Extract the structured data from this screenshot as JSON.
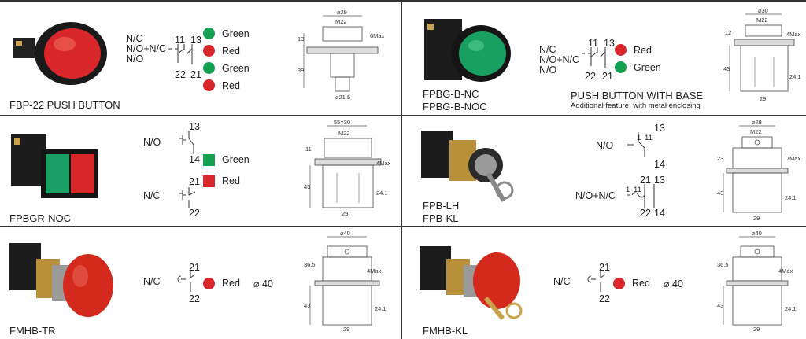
{
  "colors": {
    "red": "#d8262a",
    "green": "#14a050",
    "frame": "#333333"
  },
  "cells": {
    "c1": {
      "title": "FBP-22 PUSH BUTTON",
      "schematic": {
        "nc": "N/C",
        "nonc": "N/O+N/C",
        "no": "N/O",
        "t11": "11",
        "t13": "13",
        "t22": "22",
        "t21": "21"
      },
      "legend": [
        "Green",
        "Red",
        "Green",
        "Red"
      ],
      "dims": {
        "top": "⌀29",
        "thread": "M22",
        "left": "13",
        "right": "6Max",
        "height": "39",
        "bottom": "⌀21.5"
      }
    },
    "c2": {
      "title1": "FPBG-B-NC",
      "title2": "FPBG-B-NOC",
      "subtitle": "PUSH BUTTON WITH BASE",
      "note": "Additional feature: with metal enclosing",
      "schematic": {
        "nc": "N/C",
        "nonc": "N/O+N/C",
        "no": "N/O",
        "t11": "11",
        "t13": "13",
        "t22": "22",
        "t21": "21"
      },
      "legend": [
        "Red",
        "Green"
      ],
      "dims": {
        "top": "⌀30",
        "thread": "M22",
        "left": "12",
        "right": "4Max",
        "height": "43",
        "mid": "24.1",
        "bottom": "29"
      }
    },
    "c3": {
      "title": "FPBGR-NOC",
      "schematic": {
        "no": "N/O",
        "nc": "N/C",
        "t13": "13",
        "t14": "14",
        "t21": "21",
        "t22": "22"
      },
      "legend": [
        "Green",
        "Red"
      ],
      "dims": {
        "top": "55×30",
        "thread": "M22",
        "left": "11",
        "right": "4Max",
        "height": "43",
        "mid": "24.1",
        "bottom": "29"
      }
    },
    "c4": {
      "title1": "FPB-LH",
      "title2": "FPB-KL",
      "schematic": {
        "no": "N/O",
        "nonc": "N/O+N/C",
        "n1": "1",
        "n11": "11",
        "t13": "13",
        "t14": "14",
        "n1b": "1",
        "n11b": "11",
        "t21": "21",
        "t13b": "13",
        "t22": "22",
        "t14b": "14"
      },
      "dims": {
        "top": "⌀28",
        "thread": "M22",
        "left": "23",
        "right": "7Max",
        "height": "43",
        "mid": "24.1",
        "bottom": "29"
      }
    },
    "c5": {
      "title": "FMHB-TR",
      "schematic": {
        "nc": "N/C",
        "t21": "21",
        "t22": "22"
      },
      "color": "Red",
      "diam": "⌀ 40",
      "dims": {
        "top": "⌀40",
        "left": "36.5",
        "right": "4Max",
        "height": "43",
        "mid": "24.1",
        "bottom": "29"
      }
    },
    "c6": {
      "title": "FMHB-KL",
      "schematic": {
        "nc": "N/C",
        "t21": "21",
        "t22": "22"
      },
      "color": "Red",
      "diam": "⌀ 40",
      "dims": {
        "top": "⌀40",
        "left": "36.5",
        "right": "4Max",
        "height": "43",
        "mid": "24.1",
        "bottom": "29"
      }
    }
  }
}
